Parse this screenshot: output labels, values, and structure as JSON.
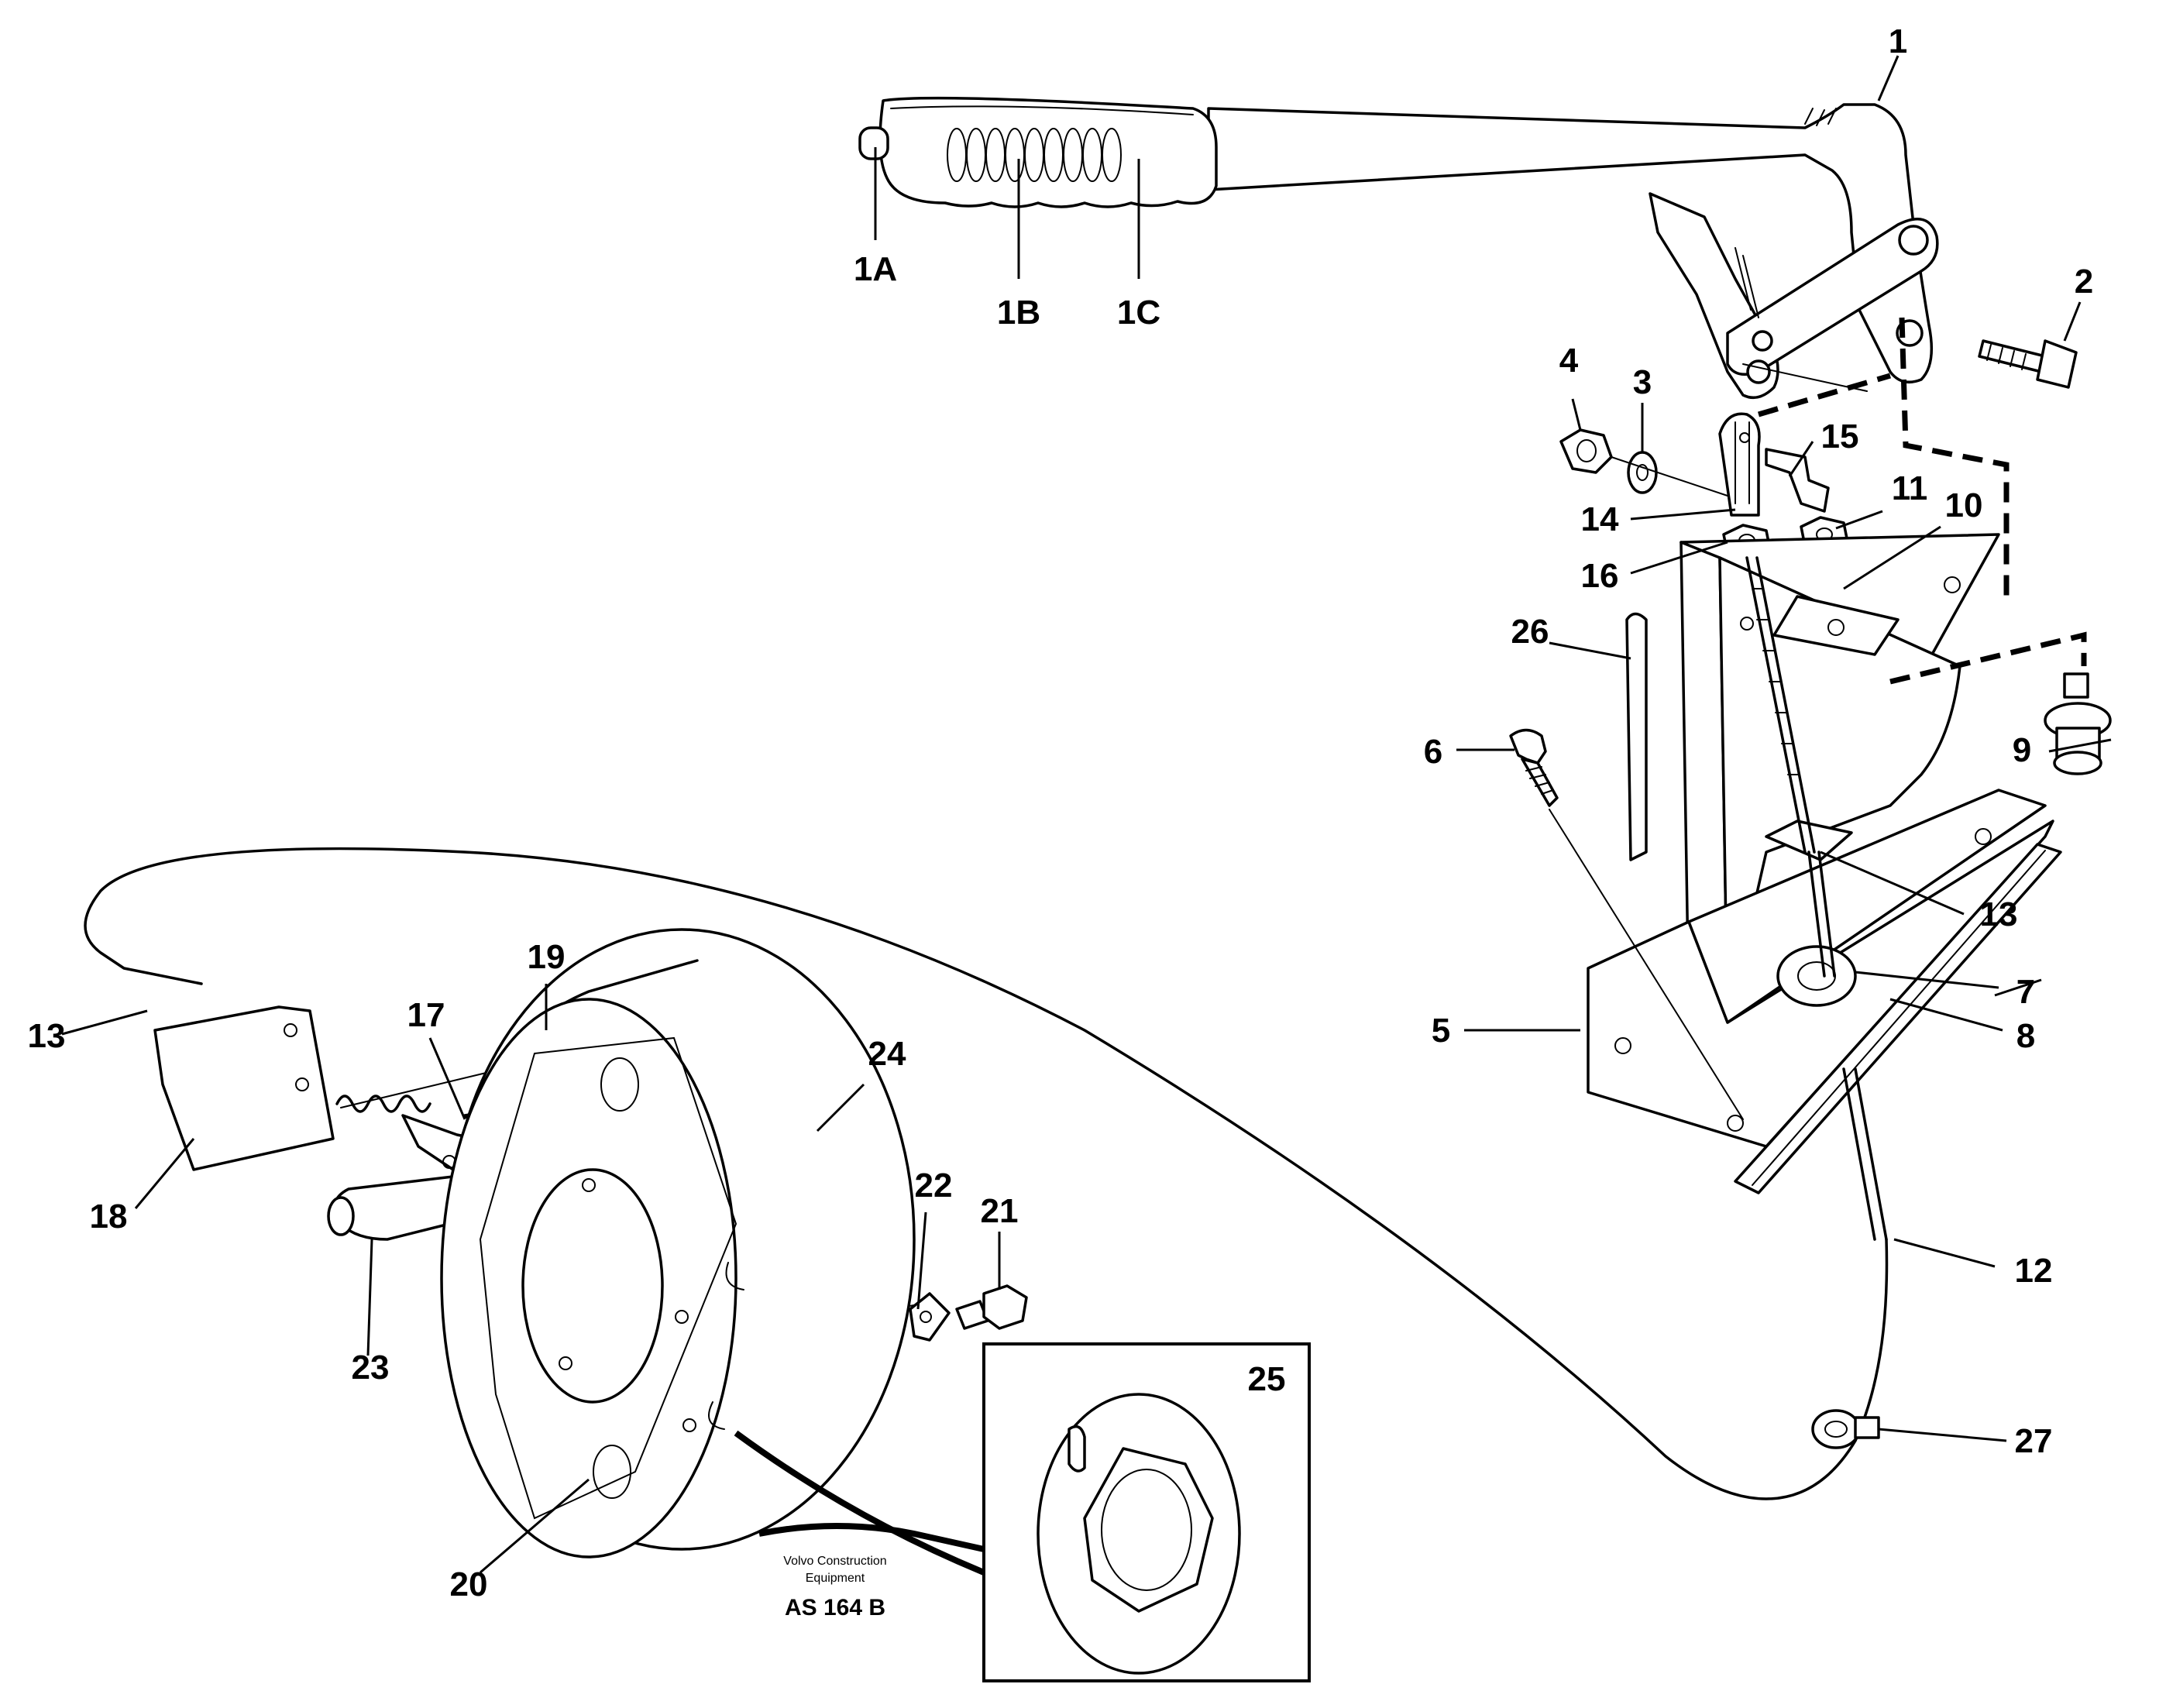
{
  "callouts": {
    "c1": "1",
    "c1A": "1A",
    "c1B": "1B",
    "c1C": "1C",
    "c2": "2",
    "c3": "3",
    "c4": "4",
    "c5": "5",
    "c6": "6",
    "c7": "7",
    "c8": "8",
    "c9": "9",
    "c10": "10",
    "c11": "11",
    "c12": "12",
    "c13a": "13",
    "c13b": "13",
    "c14": "14",
    "c15": "15",
    "c16": "16",
    "c17": "17",
    "c18": "18",
    "c19": "19",
    "c20": "20",
    "c21": "21",
    "c22": "22",
    "c23": "23",
    "c24": "24",
    "c25": "25",
    "c26": "26",
    "c27": "27"
  },
  "footer": {
    "line1": "Volvo Construction",
    "line2": "Equipment",
    "code": "AS 164 B"
  }
}
